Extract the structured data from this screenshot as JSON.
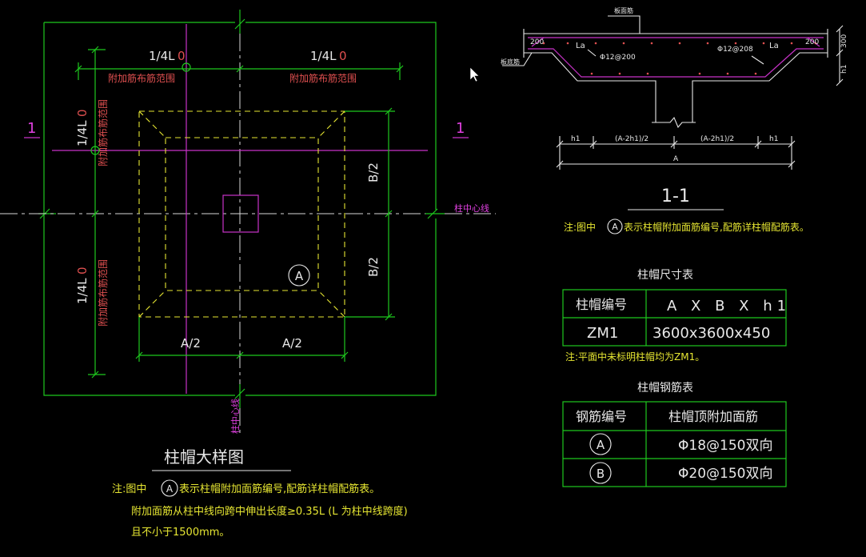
{
  "plan": {
    "quarter_L_top_left": "1/4L",
    "quarter_L_top_right": "1/4L",
    "quarter_L_left_upper": "1/4L",
    "quarter_L_left_lower": "1/4L",
    "zero_mark": "0",
    "extra_bar_range": "附加筋布筋范围",
    "section_mark": "1",
    "column_centerline": "柱中心线",
    "b_half": "B/2",
    "a_half": "A/2",
    "bar_tag": "A",
    "title": "柱帽大样图"
  },
  "notes": {
    "note_prefix": "注:图中",
    "note_symbol": "A",
    "note_text": "表示柱帽附加面筋编号,配筋详柱帽配筋表。",
    "line2": "附加面筋从柱中线向跨中伸出长度≥0.35L (L 为柱中线跨度)",
    "line3": "且不小于1500mm。"
  },
  "section": {
    "title": "1-1",
    "top_bar_label": "板面筋",
    "bottom_bar_label": "板底筋",
    "dim_200_left": "200",
    "dim_200_right": "200",
    "la_left": "La",
    "la_right": "La",
    "bar_left": "Φ12@200",
    "bar_right": "Φ12@208",
    "dim_300": "300",
    "dim_h1_vertical": "h1",
    "dim_h1_left": "h1",
    "dim_mid_left": "(A-2h1)/2",
    "dim_mid_right": "(A-2h1)/2",
    "dim_h1_right": "h1",
    "dim_total": "A",
    "note_prefix": "注:图中",
    "note_symbol": "A",
    "note_text": "表示柱帽附加面筋编号,配筋详柱帽配筋表。"
  },
  "size_table": {
    "title": "柱帽尺寸表",
    "header": [
      "柱帽编号",
      "A X B X h1"
    ],
    "rows": [
      [
        "ZM1",
        "3600x3600x450"
      ]
    ],
    "note": "注:平面中未标明柱帽均为ZM1。"
  },
  "rebar_table": {
    "title": "柱帽钢筋表",
    "header": [
      "钢筋编号",
      "柱帽顶附加面筋"
    ],
    "rows": [
      [
        "A",
        "Φ18@150双向"
      ],
      [
        "B",
        "Φ20@150双向"
      ]
    ]
  },
  "colors": {
    "background": "#000000",
    "green": "#1ec81e",
    "white": "#e8e8e8",
    "magenta": "#c832c8",
    "yellow": "#e6e632",
    "red": "#e05050"
  }
}
